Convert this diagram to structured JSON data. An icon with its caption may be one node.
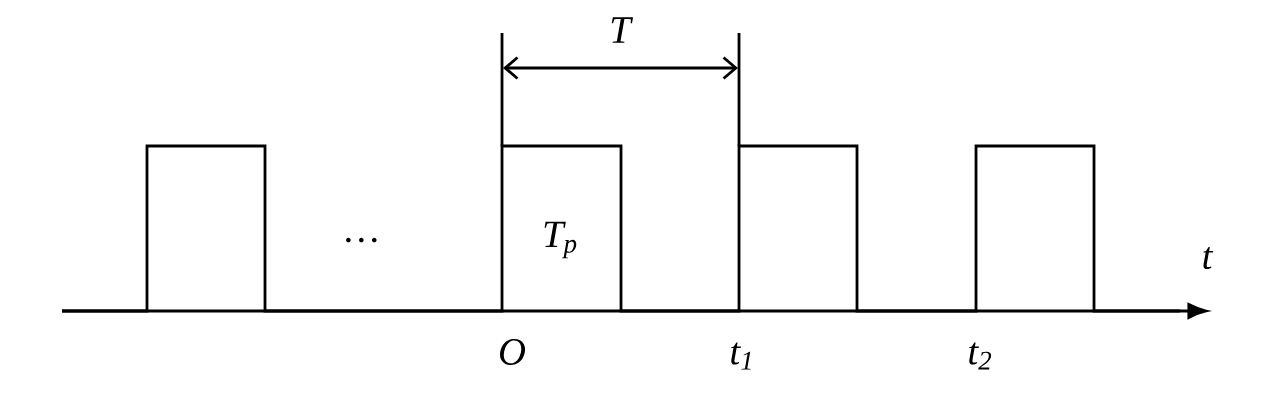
{
  "diagram": {
    "labels": [
      "T",
      "T$_{p}$",
      "…",
      "t",
      "O",
      "t$_{1}$",
      "t$_{2}$"
    ]
  }
}
